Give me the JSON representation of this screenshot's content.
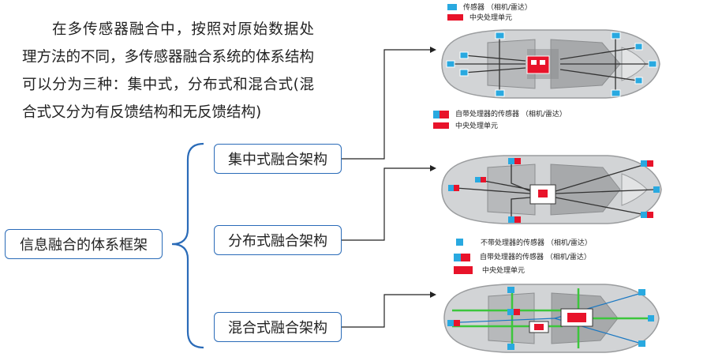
{
  "paragraph": "在多传感器融合中，按照对原始数据处理方法的不同，多传感器融合系统的体系结构可以分为三种：集中式，分布式和混合式(混合式又分为有反馈结构和无反馈结构)",
  "tree": {
    "root": "信息融合的体系框架",
    "branches": [
      "集中式融合架构",
      "分布式融合架构",
      "混合式融合架构"
    ]
  },
  "legends": {
    "centralized": {
      "sensor": "传感器 （相机/雷达）",
      "central_unit": "中央处理单元"
    },
    "distributed": {
      "smart_sensor": "自带处理器的传感器 （相机/雷达）",
      "central_unit": "中央处理单元"
    },
    "hybrid": {
      "plain_sensor": "不带处理器的传感器 （相机/雷达）",
      "smart_sensor": "自带处理器的传感器 （相机/雷达）",
      "central_unit": "中央处理单元"
    }
  },
  "colors": {
    "box_border": "#2a6bb8",
    "bracket": "#2a6bb8",
    "sensor_blue": "#29a9e0",
    "central_red": "#e8132a",
    "bus_green": "#3cc63c"
  }
}
